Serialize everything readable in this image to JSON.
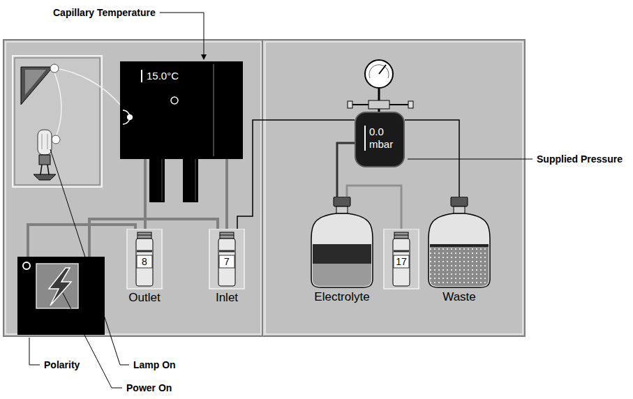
{
  "diagram": {
    "nodes": [
      {
        "text": [
          "15.0°C"
        ]
      },
      {
        "text": [
          "8",
          "Outlet"
        ]
      },
      {
        "text": [
          "7",
          "Inlet"
        ]
      },
      {
        "text": [
          "0.0 mbar"
        ]
      },
      {
        "text": [
          "Electrolyte"
        ]
      },
      {
        "text": [
          "17"
        ]
      },
      {
        "text": [
          "Waste"
        ]
      }
    ],
    "edges": [
      {
        "from": 0,
        "to": 1,
        "arrow": "none"
      },
      {
        "from": 0,
        "to": 2,
        "arrow": "none"
      },
      {
        "from": 3,
        "to": 2,
        "arrow": "none"
      },
      {
        "from": 3,
        "to": 4,
        "arrow": "none"
      },
      {
        "from": 4,
        "to": 5,
        "arrow": "none"
      },
      {
        "from": 3,
        "to": 6,
        "arrow": "none"
      }
    ],
    "labels": [
      "Capillary Temperature",
      "Supplied Pressure",
      "Polarity",
      "Lamp On",
      "Power On"
    ]
  }
}
